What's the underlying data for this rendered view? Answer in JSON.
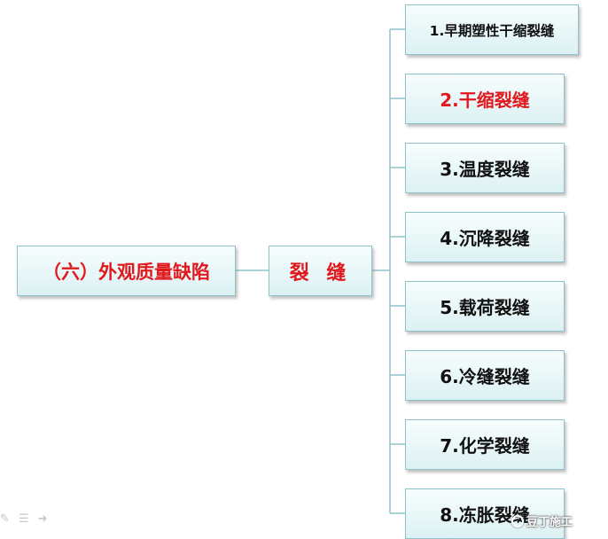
{
  "diagram": {
    "root": {
      "label": "（六）外观质量缺陷",
      "color": "#e0191e"
    },
    "middle": {
      "label": "裂 缝",
      "color": "#e0191e"
    },
    "leaves": [
      {
        "label": "1.早期塑性干缩裂缝",
        "color": "#111111"
      },
      {
        "label": "2.干缩裂缝",
        "color": "#e0191e"
      },
      {
        "label": "3.温度裂缝",
        "color": "#111111"
      },
      {
        "label": "4.沉降裂缝",
        "color": "#111111"
      },
      {
        "label": "5.载荷裂缝",
        "color": "#111111"
      },
      {
        "label": "6.冷缝裂缝",
        "color": "#111111"
      },
      {
        "label": "7.化学裂缝",
        "color": "#111111"
      },
      {
        "label": "8.冻胀裂缝",
        "color": "#111111"
      }
    ],
    "connector_color": "#8fc3c9"
  },
  "watermark": {
    "text": "豆丁施工",
    "icon": "wechat-logo-icon"
  },
  "player_icons": [
    "pen-icon",
    "menu-icon",
    "next-arrow-icon"
  ]
}
